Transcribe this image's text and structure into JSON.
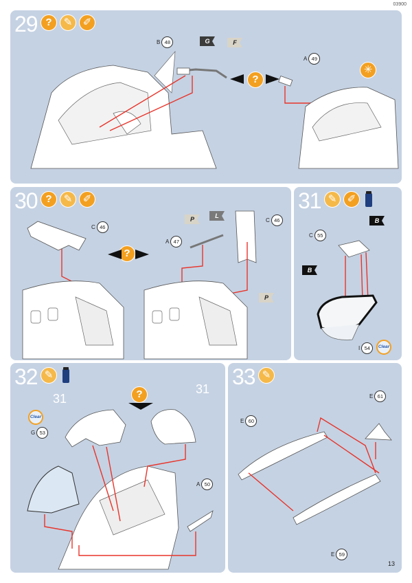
{
  "doc_code": "03900",
  "page_number": "13",
  "steps": {
    "s29": {
      "number": "29",
      "parts": [
        {
          "letter": "B",
          "num": "48"
        },
        {
          "letter": "A",
          "num": "49"
        }
      ],
      "flags": [
        "G",
        "F"
      ]
    },
    "s30": {
      "number": "30",
      "parts": [
        {
          "letter": "C",
          "num": "46"
        },
        {
          "letter": "A",
          "num": "47"
        },
        {
          "letter": "C",
          "num": "46"
        }
      ],
      "flags": [
        "P",
        "L",
        "P"
      ]
    },
    "s31": {
      "number": "31",
      "parts": [
        {
          "letter": "C",
          "num": "55"
        },
        {
          "letter": "I",
          "num": "54"
        }
      ],
      "flags": [
        "B",
        "B"
      ],
      "clear_label": "Clear"
    },
    "s32": {
      "number": "32",
      "parts": [
        {
          "letter": "G",
          "num": "53"
        },
        {
          "letter": "A",
          "num": "50"
        }
      ],
      "refs": [
        "31",
        "31"
      ],
      "clear_label": "Clear"
    },
    "s33": {
      "number": "33",
      "parts": [
        {
          "letter": "E",
          "num": "61"
        },
        {
          "letter": "E",
          "num": "60"
        },
        {
          "letter": "E",
          "num": "59"
        }
      ]
    }
  },
  "icons": {
    "question": "question-badge-icon",
    "glue": "glue-icon",
    "paint": "paintbrush-icon",
    "paint_pot": "paint-pot-icon",
    "option": "alternative-option-icon",
    "arrow_color": "#e8342a"
  }
}
